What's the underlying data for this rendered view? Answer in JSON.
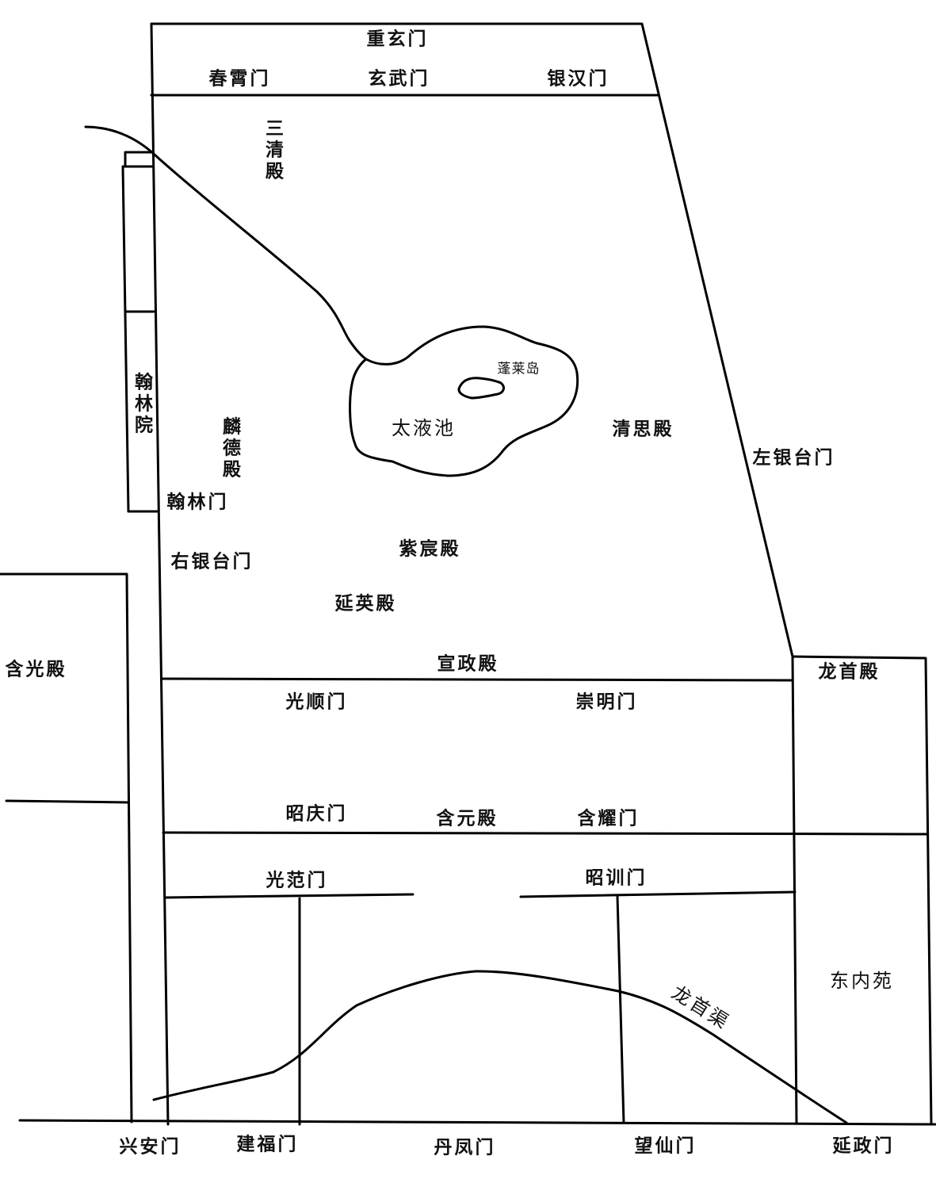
{
  "colors": {
    "background": "#ffffff",
    "line": "#000000",
    "text": "#111111"
  },
  "map": {
    "north": {
      "chongxuan_gate": "重玄门",
      "chunxiao_gate": "春霄门",
      "xuanwu_gate": "玄武门",
      "yinhan_gate": "银汉门"
    },
    "inner_palace": {
      "sanqing_hall": "三清殿",
      "penglai_island": "蓬莱岛",
      "taiye_pool": "太液池",
      "qingsi_hall": "清思殿",
      "linde_hall": "麟德殿",
      "zichen_hall": "紫宸殿",
      "yanying_hall": "延英殿",
      "xuanzheng_hall": "宣政殿"
    },
    "west": {
      "hanlin_academy": "翰林院",
      "hanlin_gate": "翰林门",
      "right_yintai_gate": "右银台门",
      "hanguang_hall": "含光殿"
    },
    "east": {
      "left_yintai_gate": "左银台门",
      "longshou_hall": "龙首殿",
      "east_inner_garden": "东内苑"
    },
    "middle_court": {
      "guangshun_gate": "光顺门",
      "chongming_gate": "崇明门",
      "zhaoqing_gate": "昭庆门",
      "hanyuan_hall": "含元殿",
      "hanyao_gate": "含耀门"
    },
    "outer_court": {
      "guangfan_gate": "光范门",
      "zhaoxun_gate": "昭训门",
      "longshou_canal": "龙首渠"
    },
    "south_gates": {
      "xingan_gate": "兴安门",
      "jianfu_gate": "建福门",
      "danfeng_gate": "丹凤门",
      "wangxian_gate": "望仙门",
      "yanzheng_gate": "延政门"
    }
  }
}
